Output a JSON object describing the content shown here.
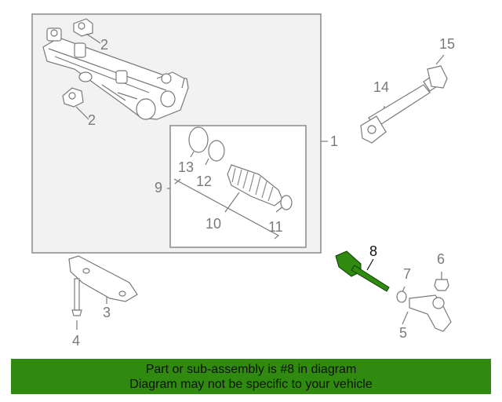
{
  "diagram": {
    "callouts": {
      "c1": "1",
      "c2a": "2",
      "c2b": "2",
      "c3": "3",
      "c4": "4",
      "c5": "5",
      "c6": "6",
      "c7": "7",
      "c8": "8",
      "c9": "9",
      "c10": "10",
      "c11": "11",
      "c12": "12",
      "c13": "13",
      "c14": "14",
      "c15": "15"
    },
    "highlighted_part": "8",
    "colors": {
      "highlight": "#2f8a0f",
      "line": "#8a8a8a",
      "box_fill": "#f2f2f2"
    }
  },
  "banner": {
    "line1": "Part or sub-assembly is #8 in diagram",
    "line2": "Diagram may not be specific to your vehicle",
    "background": "#2f8a0f"
  }
}
